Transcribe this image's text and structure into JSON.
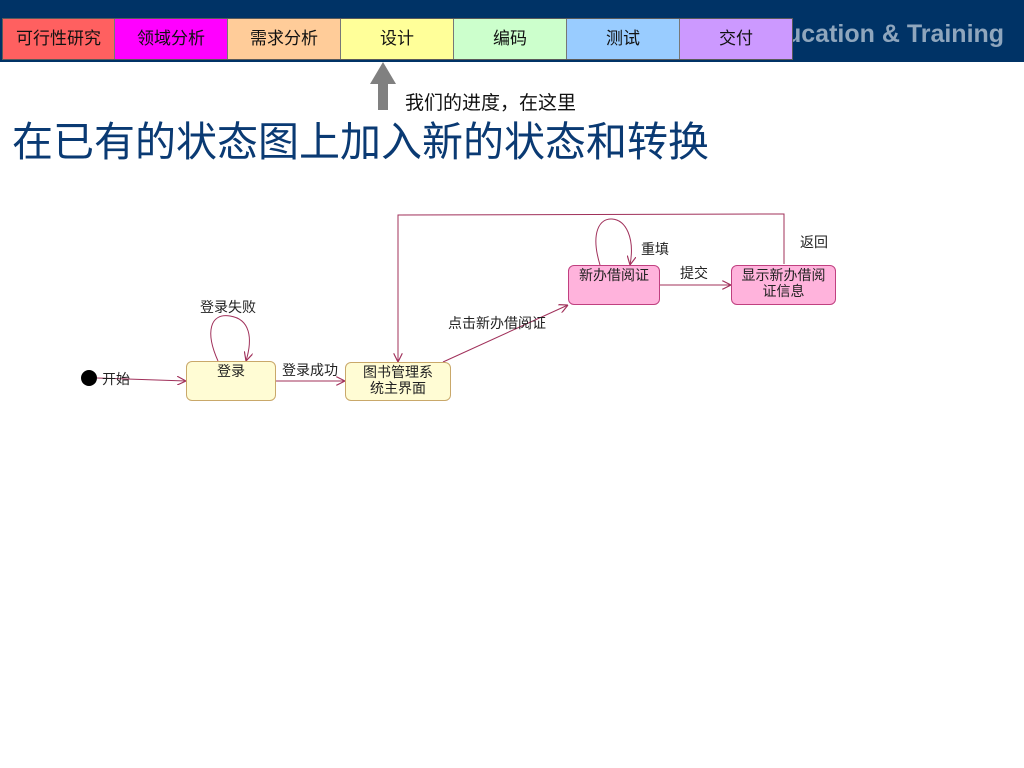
{
  "header": {
    "brand_text": "ucation & Training",
    "phases": [
      {
        "label": "可行性研究",
        "color": "#ff6060"
      },
      {
        "label": "领域分析",
        "color": "#ff00ff"
      },
      {
        "label": "需求分析",
        "color": "#ffcc99"
      },
      {
        "label": "设计",
        "color": "#ffff99"
      },
      {
        "label": "编码",
        "color": "#ccffcc"
      },
      {
        "label": "测试",
        "color": "#99ccff"
      },
      {
        "label": "交付",
        "color": "#cc99ff"
      }
    ]
  },
  "progress_note": "我们的进度，在这里",
  "title": "在已有的状态图上加入新的状态和转换",
  "diagram": {
    "start_label": "开始",
    "states": {
      "login": "登录",
      "main": "图书管理系统主界面",
      "new_card": "新办借阅证",
      "show_info": "显示新办借阅证信息"
    },
    "transitions": {
      "login_fail": "登录失败",
      "login_success": "登录成功",
      "click_new_card": "点击新办借阅证",
      "refill": "重填",
      "submit": "提交",
      "back": "返回"
    }
  },
  "colors": {
    "header_bg": "#003366",
    "title": "#0a3a73",
    "arrow": "#808080",
    "edge": "#a0305a",
    "state_fill": "#fffcd4",
    "highlight_state_fill": "#ffb3dc"
  }
}
